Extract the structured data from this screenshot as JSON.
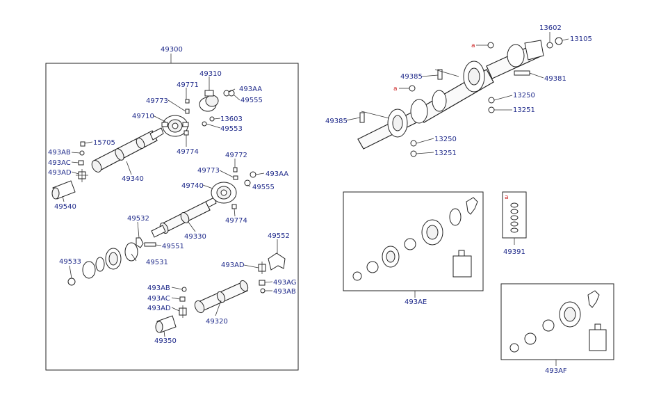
{
  "labels": {
    "l49300": "49300",
    "l49310": "49310",
    "l49771": "49771",
    "l493AA_1": "493AA",
    "l49773_1": "49773",
    "l49555_1": "49555",
    "l49710": "49710",
    "l13603": "13603",
    "l49553": "49553",
    "l15705": "15705",
    "l493AB_1": "493AB",
    "l493AC_1": "493AC",
    "l493AD_1": "493AD",
    "l49774_1": "49774",
    "l49340": "49340",
    "l49540": "49540",
    "l49772": "49772",
    "l49773_2": "49773",
    "l493AA_2": "493AA",
    "l49740": "49740",
    "l49555_2": "49555",
    "l49774_2": "49774",
    "l49532": "49532",
    "l49330": "49330",
    "l49551": "49551",
    "l49552": "49552",
    "l49533": "49533",
    "l49531": "49531",
    "l493AD_2": "493AD",
    "l493AG": "493AG",
    "l493AB_2": "493AB",
    "l493AB_3": "493AB",
    "l493AC_2": "493AC",
    "l493AD_3": "493AD",
    "l49320": "49320",
    "l49350": "49350",
    "l13602": "13602",
    "l13105": "13105",
    "l49385_1": "49385",
    "l49381": "49381",
    "l13250_1": "13250",
    "l13251_1": "13251",
    "l49385_2": "49385",
    "l13250_2": "13250",
    "l13251_2": "13251",
    "l493AE": "493AE",
    "l49391": "49391",
    "l493AF": "493AF"
  },
  "markers": {
    "a1": "a",
    "a2": "a",
    "a3": "a"
  }
}
